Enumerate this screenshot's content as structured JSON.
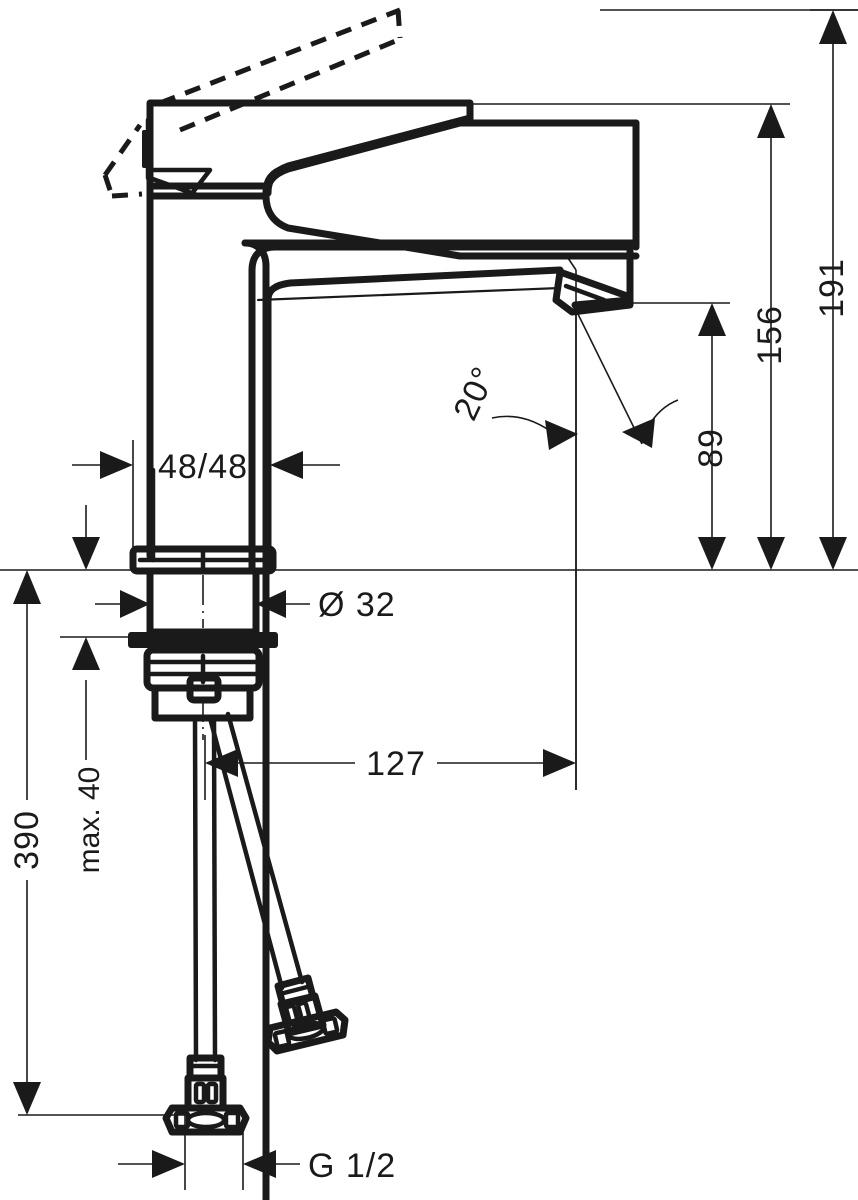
{
  "drawing": {
    "title": "Single lever basin mixer - dimensional drawing",
    "units": "mm",
    "line_color": "#1a1a1a",
    "background": "#ffffff"
  },
  "dimensions": {
    "spout_height": "89",
    "lever_clearance_height": "156",
    "overall_height": "191",
    "body_width": "48/48",
    "shank_diameter": "Ø 32",
    "spout_reach": "127",
    "hose_length": "390",
    "max_counter_thickness": "max. 40",
    "outlet_angle": "20°",
    "thread_size": "G 1/2"
  },
  "labels": [
    {
      "id": "dim-89",
      "text": "89",
      "orientation": "vertical"
    },
    {
      "id": "dim-156",
      "text": "156",
      "orientation": "vertical"
    },
    {
      "id": "dim-191",
      "text": "191",
      "orientation": "vertical"
    },
    {
      "id": "dim-4848",
      "text": "48/48",
      "orientation": "horizontal"
    },
    {
      "id": "dim-d32",
      "text": "Ø 32",
      "orientation": "horizontal"
    },
    {
      "id": "dim-127",
      "text": "127",
      "orientation": "horizontal"
    },
    {
      "id": "dim-390",
      "text": "390",
      "orientation": "vertical"
    },
    {
      "id": "dim-max40",
      "text": "max. 40",
      "orientation": "vertical"
    },
    {
      "id": "dim-20deg",
      "text": "20°",
      "orientation": "rotated"
    },
    {
      "id": "dim-g12",
      "text": "G 1/2",
      "orientation": "horizontal"
    }
  ]
}
